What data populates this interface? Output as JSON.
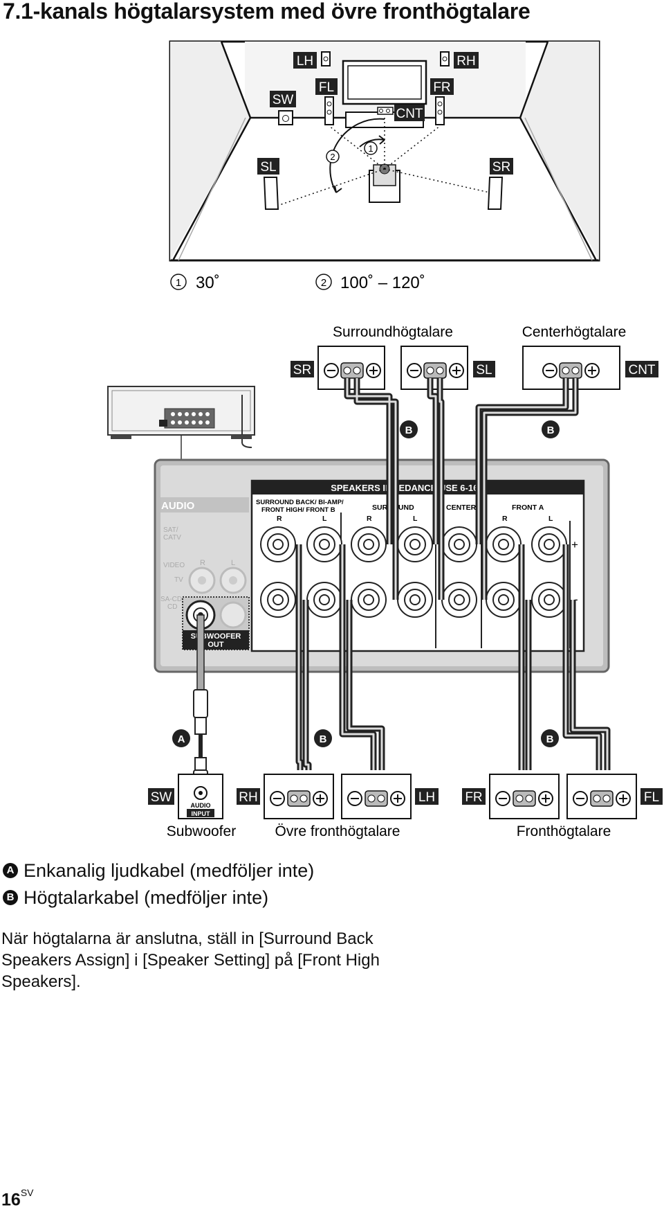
{
  "page": {
    "title": "7.1-kanals högtalarsystem med övre fronthögtalare",
    "page_number": "16",
    "page_lang": "SV"
  },
  "room": {
    "speaker_tags": {
      "lh": "LH",
      "rh": "RH",
      "fl": "FL",
      "fr": "FR",
      "sw": "SW",
      "cnt": "CNT",
      "sl": "SL",
      "sr": "SR"
    },
    "marker1": "1",
    "marker2": "2",
    "angle1_label": "30˚",
    "angle2_label": "100˚ – 120˚"
  },
  "connection": {
    "surround_label": "Surroundhögtalare",
    "center_label": "Centerhögtalare",
    "subwoofer_label": "Subwoofer",
    "upper_front_label": "Övre fronthögtalare",
    "front_label": "Fronthögtalare",
    "cable_a": "A",
    "cable_b": "B",
    "tags": {
      "sr": "SR",
      "sl": "SL",
      "cnt": "CNT",
      "sw": "SW",
      "rh": "RH",
      "lh": "LH",
      "fr": "FR",
      "fl": "FL"
    },
    "panel": {
      "speakers_header": "SPEAKERS IMPEDANCE USE 6-16Ω",
      "surround_back_line1": "SURROUND BACK/ BI-AMP/",
      "surround_back_line2": "FRONT HIGH/ FRONT B",
      "surround": "SURROUND",
      "center": "CENTER",
      "front_a": "FRONT A",
      "r": "R",
      "l": "L",
      "plus": "+",
      "minus": "-",
      "audio": "AUDIO",
      "sat_catv_1": "SAT/",
      "sat_catv_2": "CATV",
      "video": "VIDEO",
      "tv": "TV",
      "sacd_1": "SA-CD/",
      "sacd_2": "CD",
      "subwoofer_out_1": "SUBWOOFER",
      "subwoofer_out_2": "OUT"
    },
    "sub_input_1": "AUDIO",
    "sub_input_2": "INPUT"
  },
  "legend": {
    "a_mark": "A",
    "a_text": "Enkanalig ljudkabel (medföljer inte)",
    "b_mark": "B",
    "b_text": "Högtalarkabel (medföljer inte)"
  },
  "note": "När högtalarna är anslutna, ställ in [Surround Back Speakers Assign] i [Speaker Setting] på [Front High Speakers]."
}
